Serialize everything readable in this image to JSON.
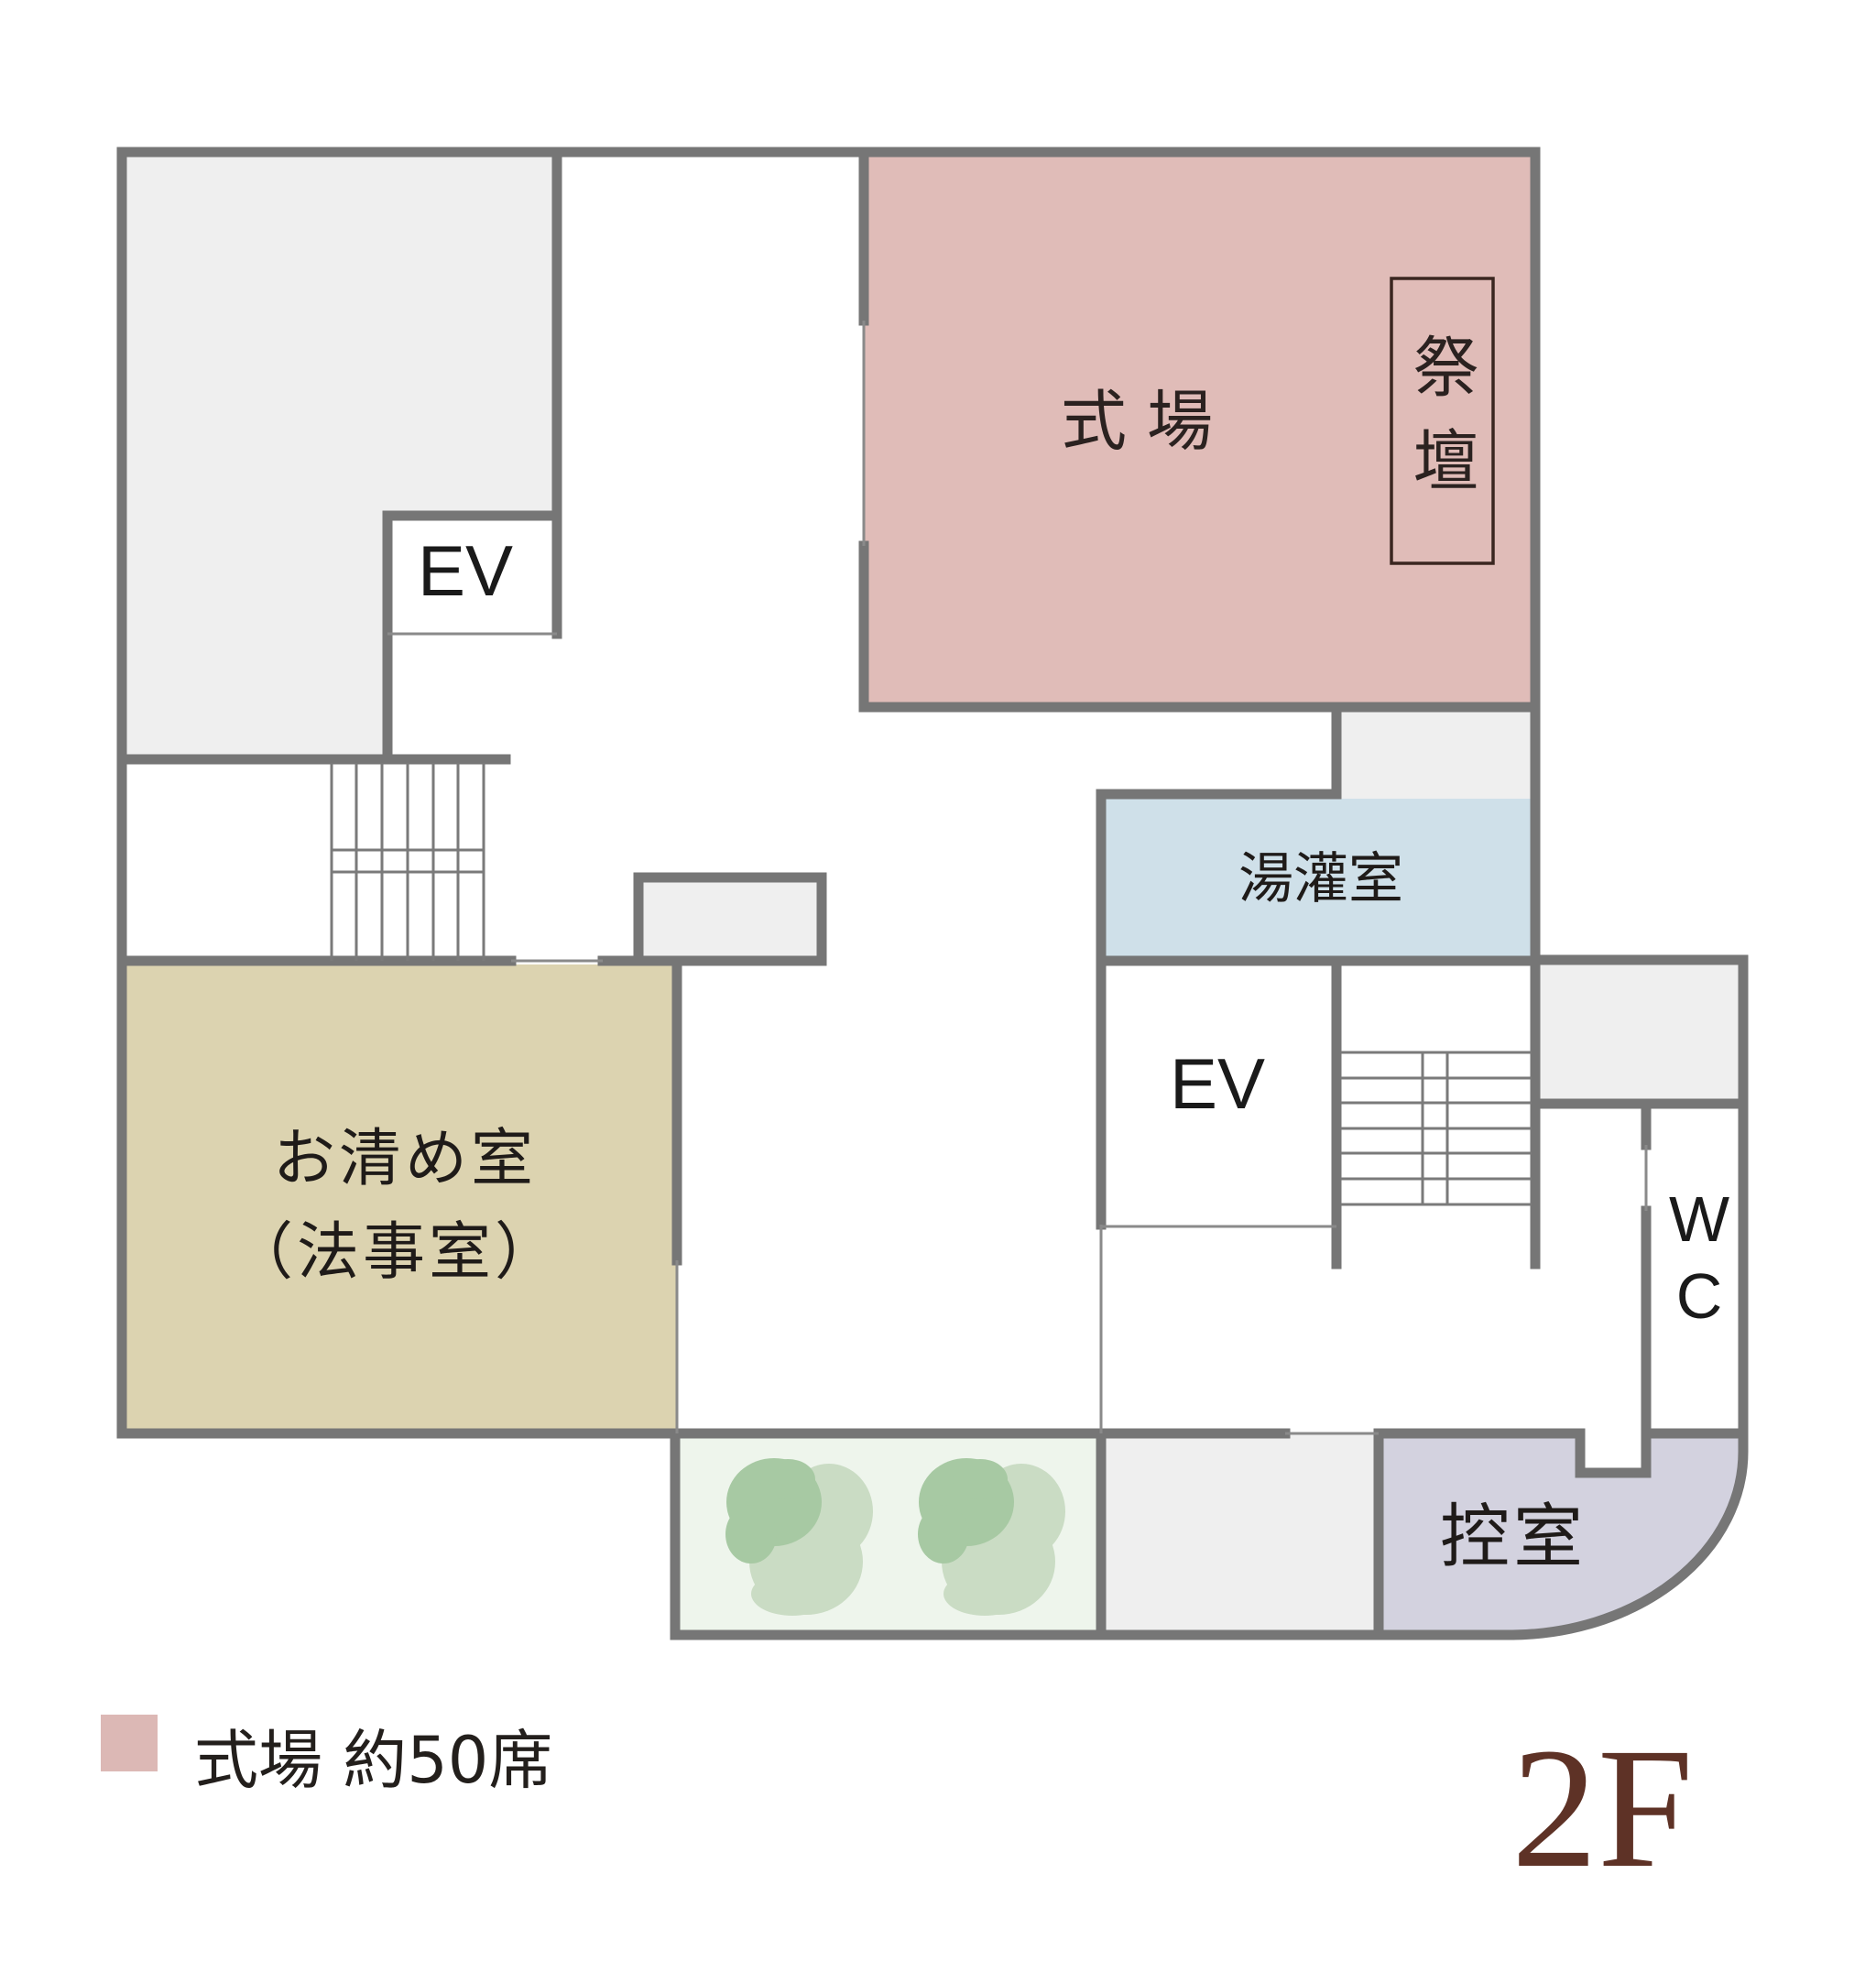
{
  "floor": {
    "label": "2F",
    "color": "#5e3226"
  },
  "rooms": {
    "ceremony_hall": {
      "label": "式場",
      "color": "#e0bcb8"
    },
    "altar": {
      "label": "祭壇"
    },
    "purification_room": {
      "line1": "お清め室",
      "line2": "（法事室）",
      "color": "#dcd3b0"
    },
    "washing_room": {
      "label": "湯灌室",
      "color": "#cfe0e9"
    },
    "waiting_room": {
      "label": "控室",
      "color": "#d3d2df"
    },
    "elevator_left": {
      "label": "EV"
    },
    "elevator_right": {
      "label": "EV"
    },
    "restroom": {
      "label": "WC",
      "line1": "W",
      "line2": "C"
    },
    "garden": {
      "color": "#eef5ec"
    },
    "service_areas": {
      "color": "#efefef"
    }
  },
  "legend": {
    "swatch_color": "#dcb8b5",
    "text": "式場 約50席"
  },
  "colors": {
    "wall": "#767676",
    "tree_dark": "#a7c9a3",
    "tree_light": "#cadcc4"
  }
}
